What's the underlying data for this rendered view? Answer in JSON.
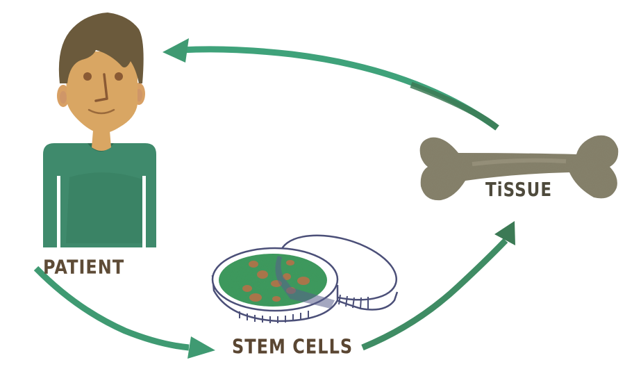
{
  "nodes": [
    {
      "id": "patient",
      "label": "PATIENT",
      "icon": "person-icon"
    },
    {
      "id": "stem_cells",
      "label": "STEM CELLS",
      "icon": "petri-dish-icon"
    },
    {
      "id": "tissue",
      "label": "TiSSUE",
      "icon": "bone-icon"
    }
  ],
  "edges": [
    {
      "from": "patient",
      "to": "stem_cells"
    },
    {
      "from": "stem_cells",
      "to": "tissue"
    },
    {
      "from": "tissue",
      "to": "patient"
    }
  ],
  "colors": {
    "arrow": "#3f9a72",
    "arrow_dark": "#3c7a55",
    "shirt": "#3f8a6c",
    "skin": "#d9a663",
    "hair": "#6b5a3c",
    "bone": "#86816b",
    "dish_outline": "#4b4f78",
    "agar": "#3f9a5e",
    "colony": "#a8754a",
    "label": "#5e4b36"
  }
}
